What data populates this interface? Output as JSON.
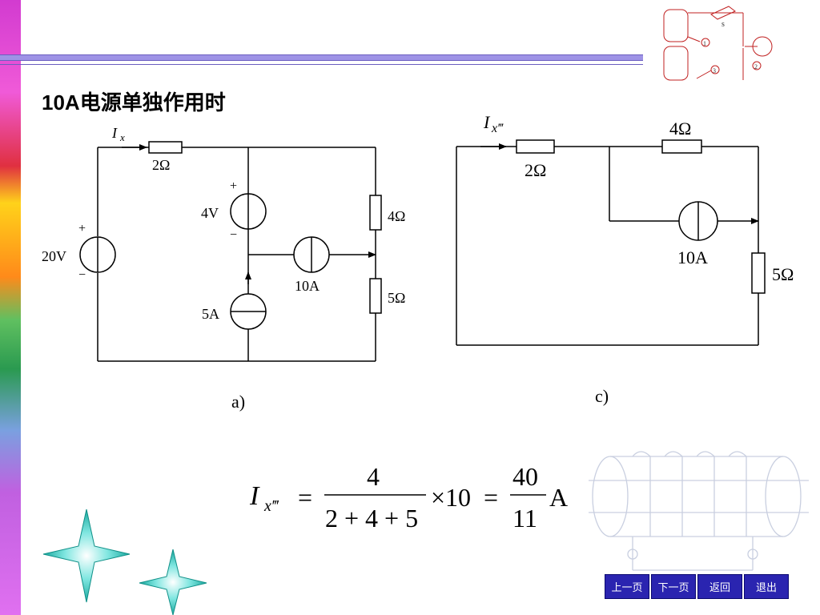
{
  "slide": {
    "title": "10A电源单独作用时"
  },
  "circuit_a": {
    "current_label": "I",
    "current_sub": "x",
    "r1": "2Ω",
    "v_source": "4V",
    "v_main": "20V",
    "cs_small": "5A",
    "cs_big": "10A",
    "r_top": "4Ω",
    "r_bottom": "5Ω",
    "plus": "+",
    "minus": "−",
    "caption": "a)"
  },
  "circuit_c": {
    "current_label": "I",
    "current_sub": "x‴",
    "r1": "2Ω",
    "r_top": "4Ω",
    "cs": "10A",
    "r_right": "5Ω",
    "caption": "c)"
  },
  "formula": {
    "lhs": "I",
    "lhs_sub": "x‴",
    "eq1": "=",
    "num": "4",
    "den": "2 + 4 + 5",
    "times": "×10",
    "eq2": "=",
    "res_num": "40",
    "res_den": "11",
    "unit": "A"
  },
  "logo": {
    "switch_label": "s",
    "mark1": "1",
    "mark2": "2",
    "mark3": "3"
  },
  "nav": {
    "prev": "上一页",
    "next": "下一页",
    "back": "返回",
    "exit": "退出"
  }
}
